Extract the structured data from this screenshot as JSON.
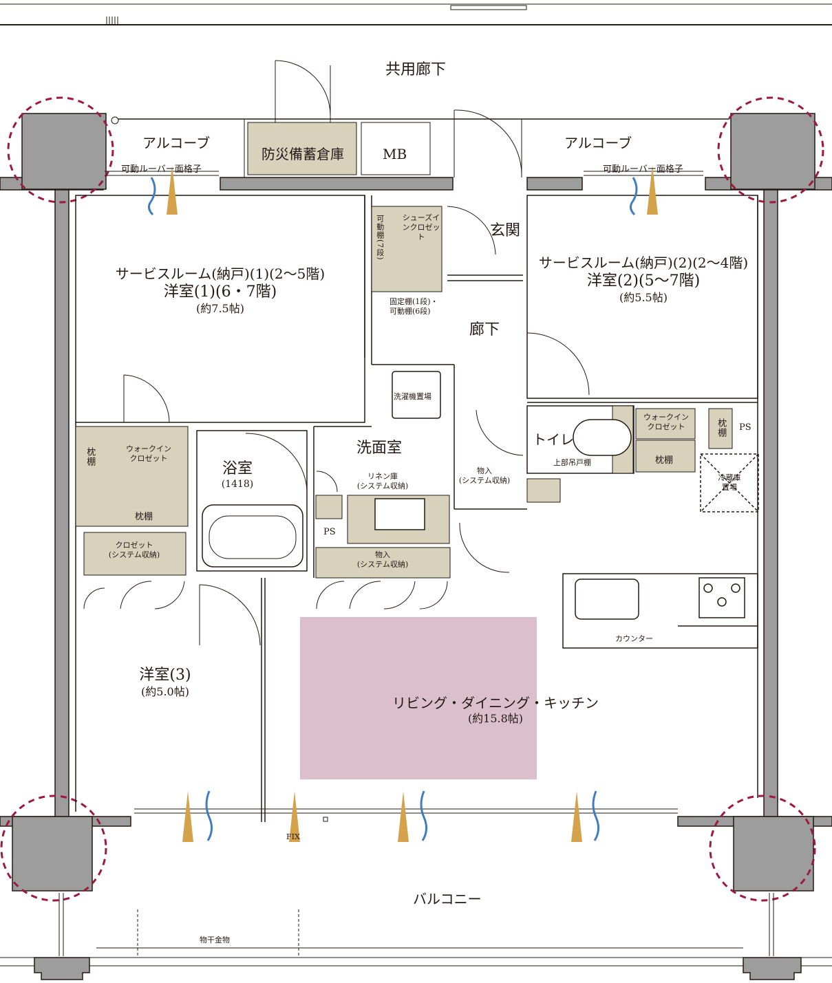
{
  "common_corridor": "共用廊下",
  "balcony": "バルコニー",
  "alcove_left": "アルコーブ",
  "alcove_right": "アルコーブ",
  "louver_left": "可動ルーバー面格子",
  "louver_right": "可動ルーバー面格子",
  "storage": "防災備蓄倉庫",
  "mb": "MB",
  "entrance": "玄関",
  "corridor": "廊下",
  "room1": {
    "line1": "サービスルーム(納戸)(1)(2〜5階)",
    "line2": "洋室(1)(6・7階)",
    "line3": "(約7.5帖)"
  },
  "room2": {
    "line1": "サービスルーム(納戸)(2)(2〜4階)",
    "line2": "洋室(2)(5〜7階)",
    "line3": "(約5.5帖)"
  },
  "room3": {
    "line1": "洋室(3)",
    "line2": "(約5.0帖)"
  },
  "ldk": {
    "line1": "リビング・ダイニング・キッチン",
    "line2": "(約15.8帖)"
  },
  "bath": {
    "line1": "浴室",
    "line2": "(1418)"
  },
  "washroom": "洗面室",
  "washer": "洗濯機置場",
  "toilet": "トイレ",
  "toilet_cabinet": "上部吊戸棚",
  "shoes_closet": "シューズインクロゼット",
  "movable_shelf_v": "可動棚(7段)",
  "fixed_shelf": {
    "line1": "固定棚(1段)・",
    "line2": "可動棚(6段)"
  },
  "wic_left": {
    "line1": "ウォークイン",
    "line2": "クロゼット"
  },
  "wic_right": {
    "line1": "ウォークイン",
    "line2": "クロゼット"
  },
  "pillow_shelf": "枕棚",
  "closet_left": {
    "line1": "クロゼット",
    "line2": "(システム収納)"
  },
  "linen": {
    "line1": "リネン庫",
    "line2": "(システム収納)"
  },
  "ps": "PS",
  "storage_wash": {
    "line1": "物入",
    "line2": "(システム収納)"
  },
  "storage_hall": {
    "line1": "物入",
    "line2": "(システム収納)"
  },
  "fridge": {
    "line1": "冷蔵庫",
    "line2": "置場"
  },
  "counter": "カウンター",
  "fix": "FIX",
  "drying_hardware": "物干金物",
  "colors": {
    "wall": "#231815",
    "column": "#9d9d9d",
    "storage": "#d8d2bd",
    "ldk_highlight": "#dbbfcb",
    "column_marker": "#9b1b40",
    "vent_gold": "#d4a24a",
    "vent_blue": "#3f7cc0"
  }
}
